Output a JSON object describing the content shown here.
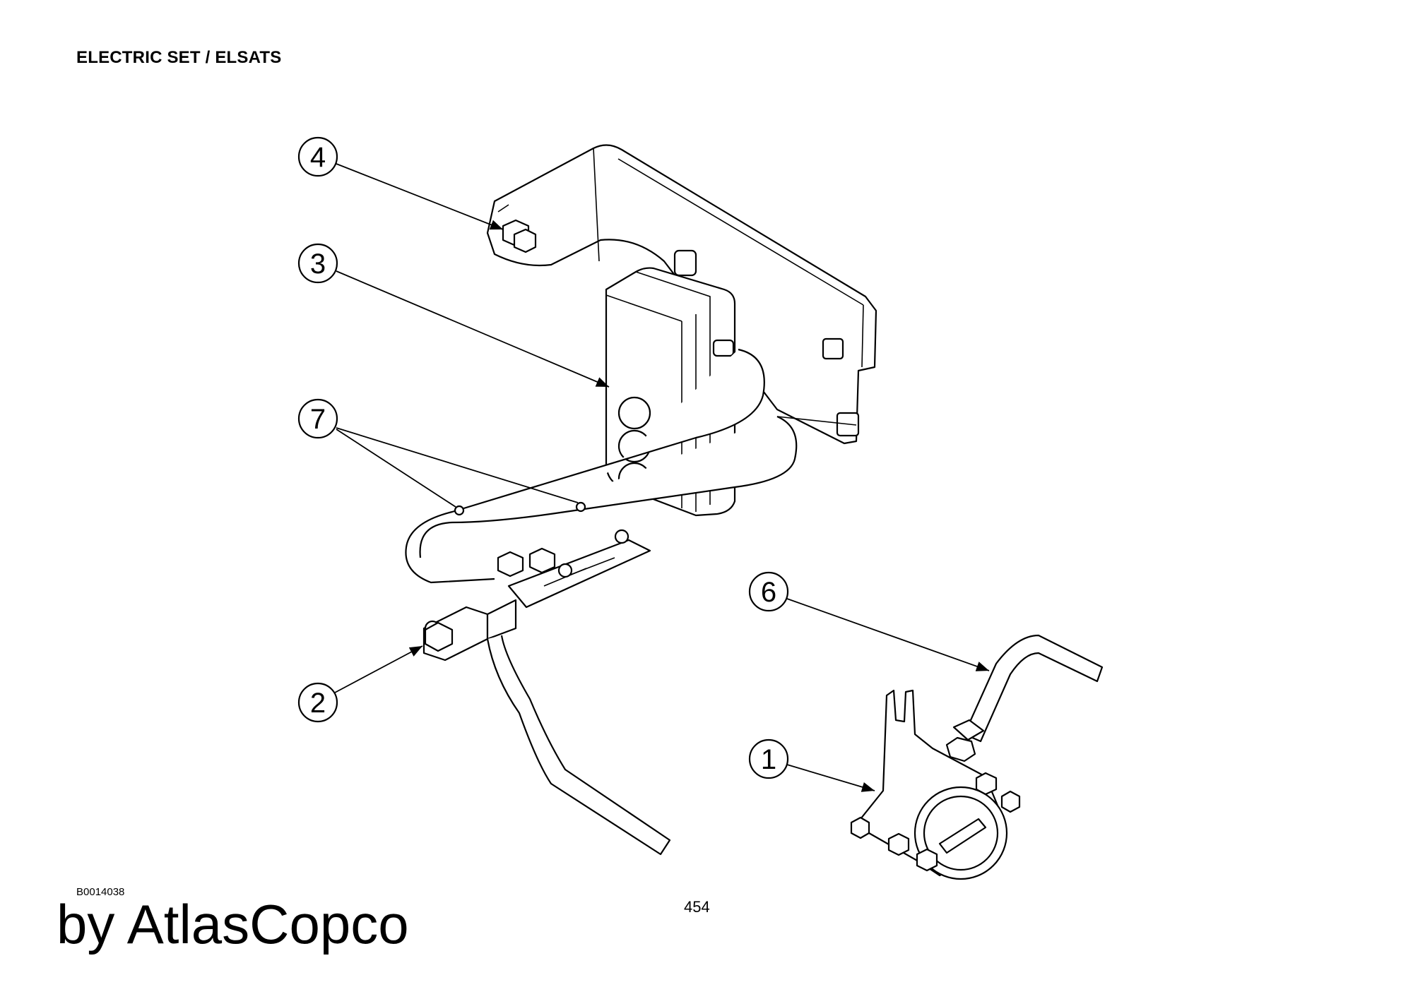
{
  "header": {
    "title": "ELECTRIC SET / ELSATS"
  },
  "footer": {
    "drawing_number": "B0014038",
    "page_number": "454",
    "brand": "by AtlasCopco"
  },
  "callouts": [
    {
      "label": "4",
      "part": "bracket-nut"
    },
    {
      "label": "3",
      "part": "junction-box"
    },
    {
      "label": "7",
      "part": "cable-harness"
    },
    {
      "label": "2",
      "part": "clamp-bracket"
    },
    {
      "label": "6",
      "part": "cable"
    },
    {
      "label": "1",
      "part": "switch-assembly"
    }
  ]
}
